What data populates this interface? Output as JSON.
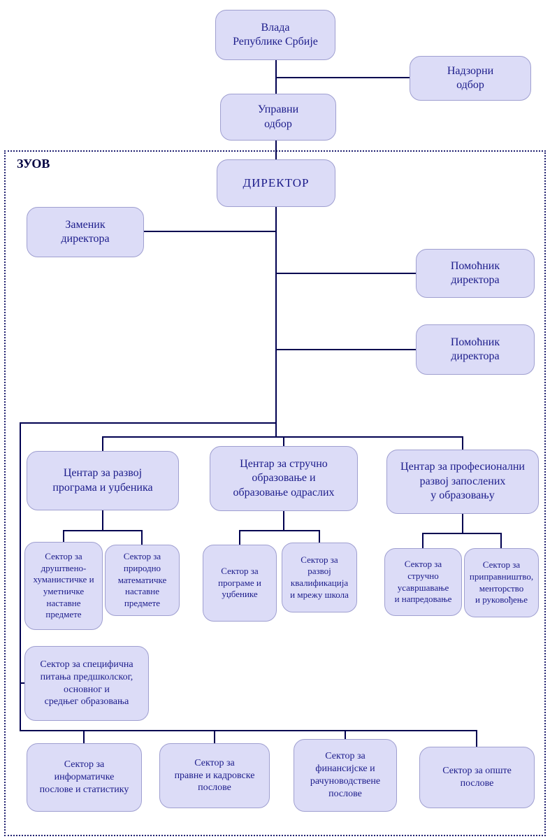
{
  "org_label": "ЗУОВ",
  "nodes": {
    "vlada": "Влада\nРепублике Србије",
    "nadzorni_odbor": "Надзорни\nодбор",
    "upravni_odbor": "Управни\nодбор",
    "direktor": "ДИРЕКТОР",
    "zamenik_direktora": "Заменик\nдиректора",
    "pomocnik_direktora_1": "Помоћник\nдиректора",
    "pomocnik_direktora_2": "Помоћник\nдиректора",
    "centar_razvoj_programa": "Центар за развој\nпрограма и уџбеника",
    "centar_strucno_obrazovanje": "Центар за стручно\nобразовање и\nобразовање одраслих",
    "centar_profesionalni_razvoj": "Центар за професионални\nразвој запослених\nу образовању",
    "sektor_drustveno_humanisticke": "Сектор за\nдруштвено-\nхуманистичке и\nуметничке\nнаставне\nпредмете",
    "sektor_prirodno_matematicke": "Сектор за\nприродно\nматематичке\nнаставне\nпредмете",
    "sektor_programe_udzbenike": "Сектор за\nпрограме и\nуџбенике",
    "sektor_razvoj_kvalifikacija": "Сектор за\nразвој\nквалификација\nи мрежу школа",
    "sektor_strucno_usavrsavanje": "Сектор за\nстручно\nусавршавање\nи напредовање",
    "sektor_pripravnistvo": "Сектор за\nприправништво,\nменторство\nи руковођење",
    "sektor_specificna_pitanja": "Сектор за специфична\nпитања предшколског,\nосновног и\nсредњег образовања",
    "sektor_informaticke": "Сектор за\nинформатичке\nпослове и статистику",
    "sektor_pravne_kadrovske": "Сектор за\nправне  и кадровске\nпослове",
    "sektor_finansijske": "Сектор за\nфинансијске и\nрачуноводствене\nпослове",
    "sektor_opste": "Сектор за опште\nпослове"
  },
  "colors": {
    "box_fill": "#dcdcf7",
    "box_border": "#9f9fd0",
    "text": "#1b1b8a",
    "line": "#000050",
    "frame": "#202070",
    "org_label": "#000040"
  }
}
